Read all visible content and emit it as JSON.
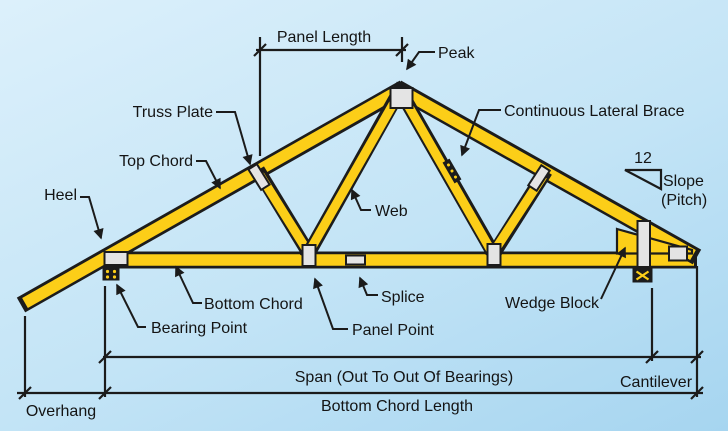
{
  "parts": {
    "peak": "Peak",
    "truss_plate": "Truss Plate",
    "top_chord": "Top Chord",
    "heel": "Heel",
    "continuous_lateral_brace": "Continuous Lateral Brace",
    "web": "Web",
    "bottom_chord": "Bottom Chord",
    "bearing_point": "Bearing Point",
    "panel_point": "Panel Point",
    "splice": "Splice",
    "wedge_block": "Wedge Block"
  },
  "dimensions": {
    "panel_length": "Panel Length",
    "span": "Span (Out To Out Of Bearings)",
    "cantilever": "Cantilever",
    "overhang": "Overhang",
    "bottom_chord_length": "Bottom Chord Length"
  },
  "slope_symbol": {
    "value": "12",
    "label": "Slope",
    "sublabel": "(Pitch)"
  },
  "colors": {
    "background_top": "#dcf0fb",
    "background_mid": "#c3e4f6",
    "background_bottom": "#a6d5f0",
    "member": "#fcce18",
    "outline": "#1c1c1c",
    "plate": "#e4e4e4",
    "line": "#1b1b1b",
    "text": "#141414"
  }
}
